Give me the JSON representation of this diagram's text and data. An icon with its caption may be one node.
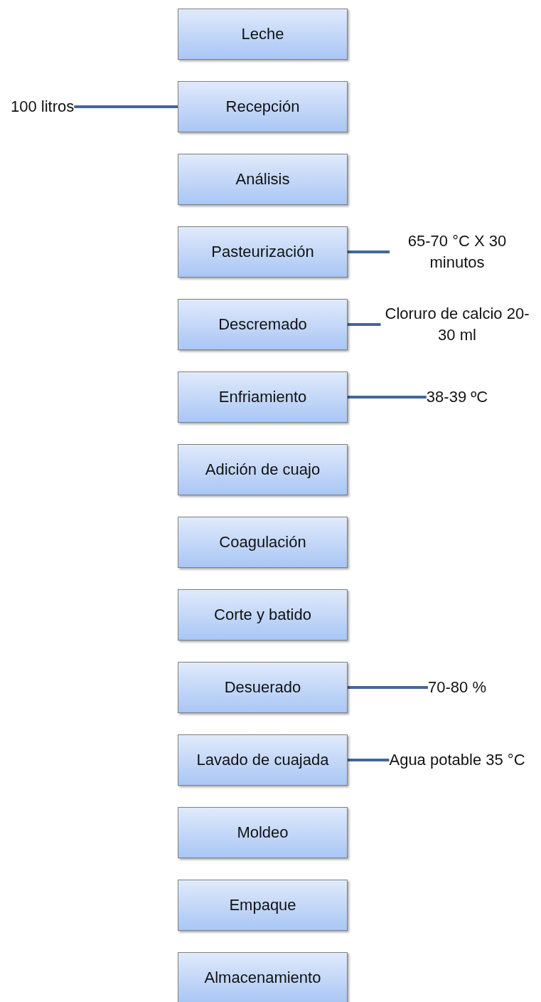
{
  "diagram": {
    "nodes": [
      {
        "text": [
          "Leche"
        ]
      },
      {
        "text": [
          "100 litros"
        ]
      },
      {
        "text": [
          "Recepción"
        ]
      },
      {
        "text": [
          "Análisis"
        ]
      },
      {
        "text": [
          "Pasteurización"
        ]
      },
      {
        "text": [
          "65-70 °C X 30 minutos"
        ]
      },
      {
        "text": [
          "Descremado"
        ]
      },
      {
        "text": [
          "Cloruro de calcio 20-30 ml"
        ]
      },
      {
        "text": [
          "Enfriamiento"
        ]
      },
      {
        "text": [
          "38-39 ºC"
        ]
      },
      {
        "text": [
          "Adición de cuajo"
        ]
      },
      {
        "text": [
          "Coagulación"
        ]
      },
      {
        "text": [
          "Corte y batido"
        ]
      },
      {
        "text": [
          "Desuerado"
        ]
      },
      {
        "text": [
          "70-80 %"
        ]
      },
      {
        "text": [
          "Lavado de cuajada"
        ]
      },
      {
        "text": [
          "Agua potable 35 °C"
        ]
      },
      {
        "text": [
          "Moldeo"
        ]
      },
      {
        "text": [
          "Empaque"
        ]
      },
      {
        "text": [
          "Almacenamiento"
        ]
      }
    ],
    "edges": [
      {
        "from": 1,
        "to": 2,
        "arrow": "none"
      },
      {
        "from": 5,
        "to": 4,
        "arrow": "none"
      },
      {
        "from": 7,
        "to": 6,
        "arrow": "none"
      },
      {
        "from": 9,
        "to": 8,
        "arrow": "none"
      },
      {
        "from": 14,
        "to": 13,
        "arrow": "none"
      },
      {
        "from": 16,
        "to": 15,
        "arrow": "none"
      }
    ]
  }
}
